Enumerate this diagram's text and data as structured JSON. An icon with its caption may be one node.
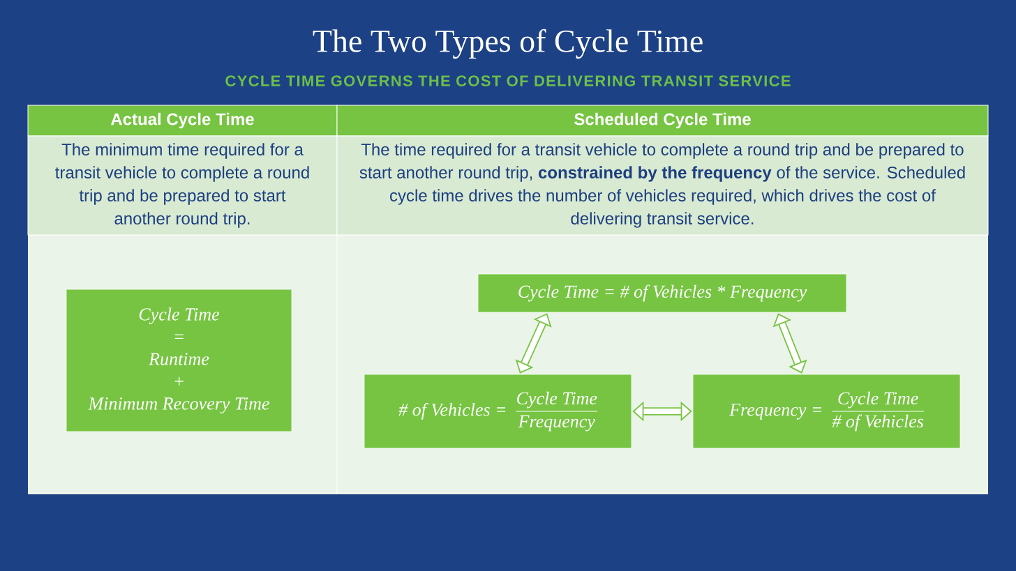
{
  "diagram": {
    "title": "The Two Types of Cycle Time",
    "nodes": [
      {
        "text": [
          "Cycle Time",
          "=",
          "Runtime",
          "+",
          "Minimum Recovery Time"
        ]
      },
      {
        "text": [
          "Cycle Time = # of Vehicles * Frequency"
        ]
      },
      {
        "text": [
          "# of Vehicles =",
          "Cycle Time",
          "Frequency"
        ]
      },
      {
        "text": [
          "Frequency =",
          "Cycle Time",
          "# of Vehicles"
        ]
      }
    ],
    "edges": [
      {
        "from": 1,
        "to": 2,
        "arrow": "both"
      },
      {
        "from": 1,
        "to": 3,
        "arrow": "both"
      },
      {
        "from": 2,
        "to": 3,
        "arrow": "both"
      }
    ],
    "labels": [
      "CYCLE TIME GOVERNS THE COST OF DELIVERING TRANSIT SERVICE",
      "Actual Cycle Time",
      "Scheduled Cycle Time",
      "The minimum time required for a transit vehicle to complete a round trip and be prepared to start another round trip.",
      "The time required for a transit vehicle to complete a round trip and be prepared to start another round trip, **constrained by the frequency** of the service. Scheduled cycle time drives the number of vehicles required, which drives the cost of delivering transit service."
    ]
  }
}
